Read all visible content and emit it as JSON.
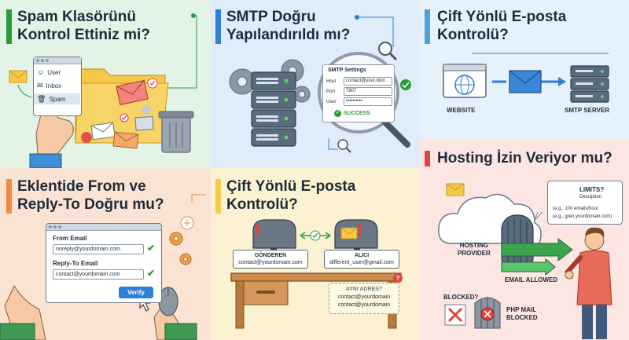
{
  "panels": {
    "spam": {
      "title_line1": "Spam Klasörünü",
      "title_line2": "Kontrol Ettiniz mi?",
      "menu": [
        "User",
        "Inbox",
        "Spam"
      ]
    },
    "smtp": {
      "title_line1": "SMTP Doğru",
      "title_line2": "Yapılandırıldı mı?",
      "settings_title": "SMTP Settings",
      "host_label": "Host",
      "host_value": "contact@your.dom",
      "port_label": "Port",
      "port_value": "7807",
      "user_label": "User",
      "user_value": "••••••••••",
      "success": "SUCCESS"
    },
    "twoway_top": {
      "title_line1": "Çift Yönlü E-posta",
      "title_line2": "Kontrolü?",
      "website": "WEBSITE",
      "smtp_server": "SMTP SERVER"
    },
    "plugin": {
      "title_line1": "Eklentide From ve",
      "title_line2": "Reply-To Doğru mu?",
      "from_label": "From Email",
      "from_value": "noreply@yourdomain.com",
      "reply_label": "Reply-To Email",
      "reply_value": "contact@yourdomain.com",
      "verify": "Verify"
    },
    "twoway_mid": {
      "title_line1": "Çift Yönlü E-posta",
      "title_line2": "Kontrolü?",
      "sender_label": "GÖNDEREN",
      "sender_value": "contact@yourdomain.com",
      "receiver_label": "ALICI",
      "receiver_value": "different_user@gmail.com",
      "same_address": "AYNI ADRES?",
      "same_1": "contact@yourdomain",
      "same_2": "contact@yourdomain"
    },
    "hosting": {
      "title": "Hosting İzin Veriyor mu?",
      "limits_title": "LIMITS?",
      "limits_sub": "Desciption",
      "limits_line1": "(e.g., 100 emails/hour",
      "limits_line2": "(e.g., gren.yourdomain.com)",
      "provider_1": "HOSTING",
      "provider_2": "PROVIDER",
      "allowed": "EMAIL ALLOWED",
      "blocked": "BLOCKED?",
      "php_1": "PHP MAIL",
      "php_2": "BLOCKED"
    }
  },
  "colors": {
    "green": "#2e9a3c",
    "blue": "#2f7fd6",
    "light_blue": "#4aa3df",
    "orange": "#f08a3c",
    "red": "#e0453a"
  }
}
